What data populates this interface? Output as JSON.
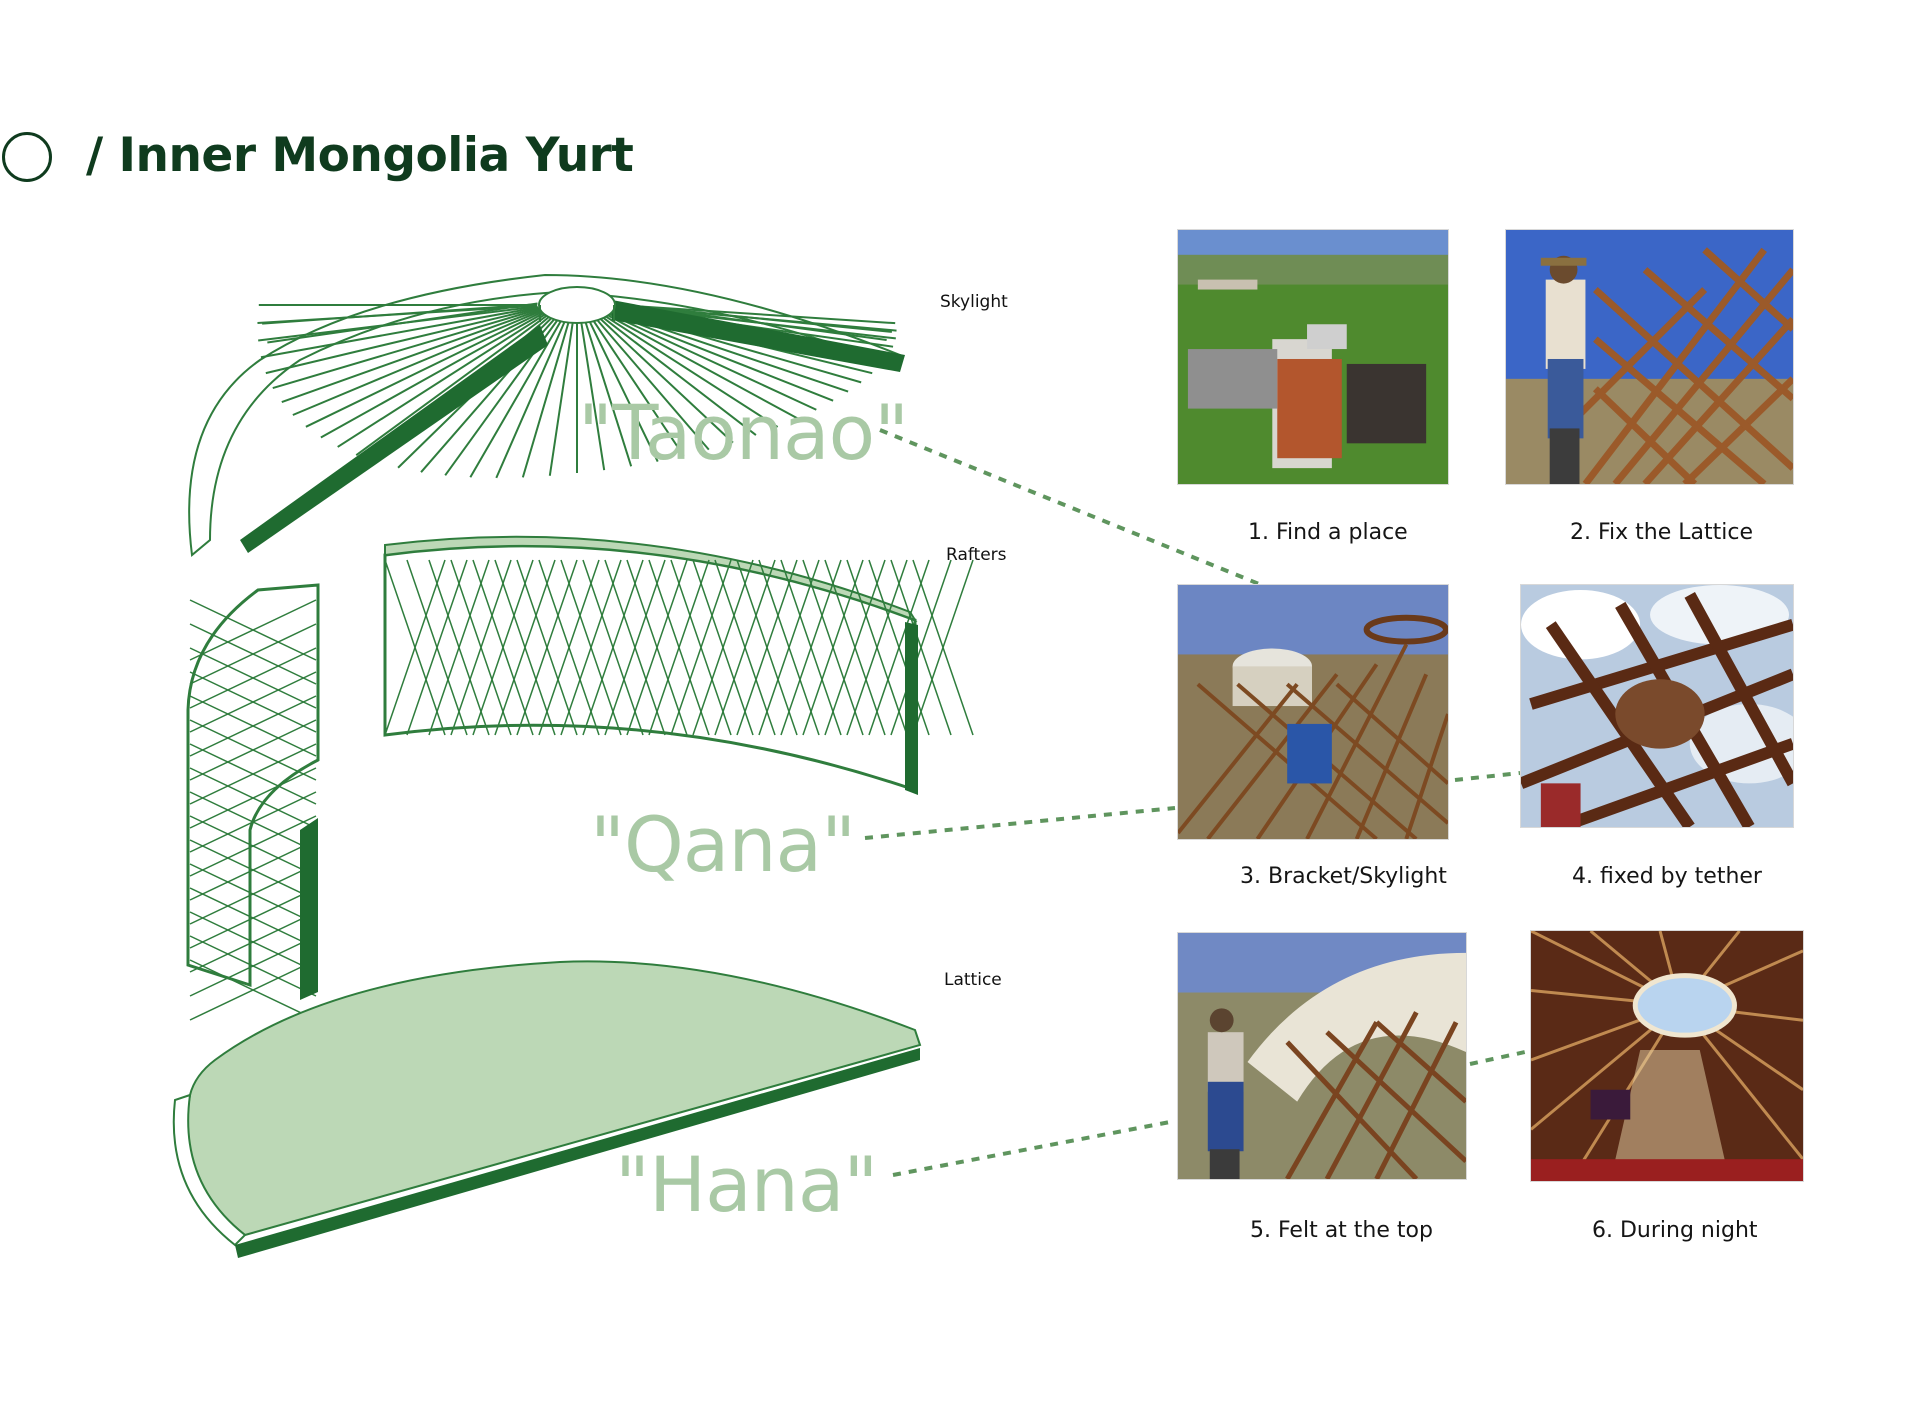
{
  "title": "/ Inner Mongolia Yurt",
  "parts": {
    "skylight_label": "Skylight",
    "rafters_label": "Rafters",
    "lattice_label": "Lattice",
    "taonao_label": "\"Taonao\"",
    "qana_label": "\"Qana\"",
    "hana_label": "\"Hana\""
  },
  "steps": [
    {
      "caption": "1. Find a place"
    },
    {
      "caption": "2. Fix the Lattice"
    },
    {
      "caption": "3. Bracket/Skylight"
    },
    {
      "caption": "4.  fixed by tether"
    },
    {
      "caption": "5. Felt at the top"
    },
    {
      "caption": "6. During night"
    }
  ],
  "colors": {
    "dark_green": "#1f6b30",
    "mid_green": "#2f7d3d",
    "light_green": "#bcd8b6",
    "label_green": "#a9c9a5",
    "title_green": "#0f3b1e"
  }
}
